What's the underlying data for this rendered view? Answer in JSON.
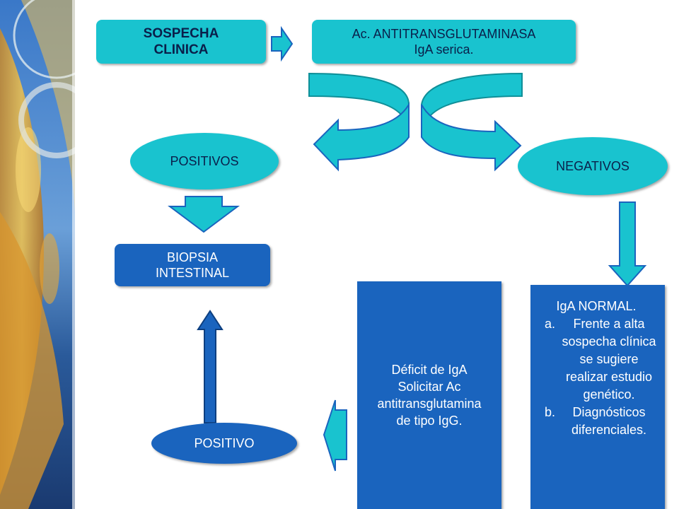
{
  "nodes": {
    "sospecha": "SOSPECHA\nCLINICA",
    "antitrans_line1": "Ac. ANTITRANSGLUTAMINASA",
    "antitrans_line2": "IgA serica.",
    "positivos": "POSITIVOS",
    "negativos": "NEGATIVOS",
    "biopsia_line1": "BIOPSIA",
    "biopsia_line2": "INTESTINAL",
    "deficit_line1": "Déficit de IgA",
    "deficit_line2": "Solicitar Ac",
    "deficit_line3": "antitransglutamina",
    "deficit_line4": "de tipo IgG.",
    "iga_title": "IgA NORMAL.",
    "iga_item_a": "Frente a alta sospecha clínica se sugiere realizar estudio genético.",
    "iga_item_b": "Diagnósticos diferenciales.",
    "positivo": "POSITIVO"
  },
  "colors": {
    "teal": "#19c3cf",
    "blue": "#1a64be",
    "text_dark": "#0a1f4a"
  },
  "icons": [
    "wheat-background-image",
    "arrow-right",
    "arrow-down",
    "arrow-up",
    "arrow-left",
    "curved-arrow-left",
    "curved-arrow-right"
  ]
}
